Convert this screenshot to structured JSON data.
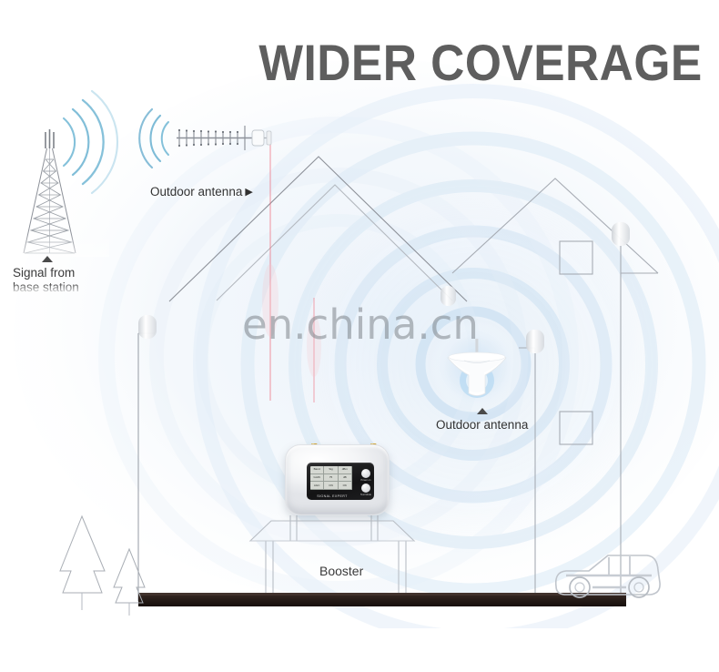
{
  "title": "WIDER COVERAGE",
  "watermark": "en.china.cn",
  "labels": {
    "base_station": "Signal from\nbase station",
    "base_station_line1": "Signal from",
    "base_station_line2": "base station",
    "outdoor_antenna": "Outdoor antenna",
    "outdoor_antenna_arrow": "▶",
    "indoor_antenna": "Outdoor antenna",
    "booster": "Booster"
  },
  "device": {
    "brand": "SIGNAL EXPERT",
    "button_1_label": "Power on",
    "button_2_label": "Test Mode",
    "lcd_cells": [
      [
        "Band",
        "Sig",
        "dBm"
      ],
      [
        "GAIN",
        "75",
        "dB"
      ],
      [
        "AGC",
        "ON",
        "OK"
      ]
    ]
  },
  "colors": {
    "title_gray": "#5e5e5e",
    "cable_red": "#cf2233",
    "wave_teal": "#4fa8c9",
    "signal_blue": "#dbe9f5",
    "ground_dark": "#2b211d",
    "outline_gray": "#8d9199",
    "watermark_gray": "#787e85"
  },
  "scene": {
    "tower_name": "cell-tower",
    "yagi_name": "yagi-outdoor-antenna",
    "ceiling_antenna_name": "ceiling-dome-antenna",
    "house_count": 2,
    "tree_count": 2,
    "car_count": 1
  }
}
